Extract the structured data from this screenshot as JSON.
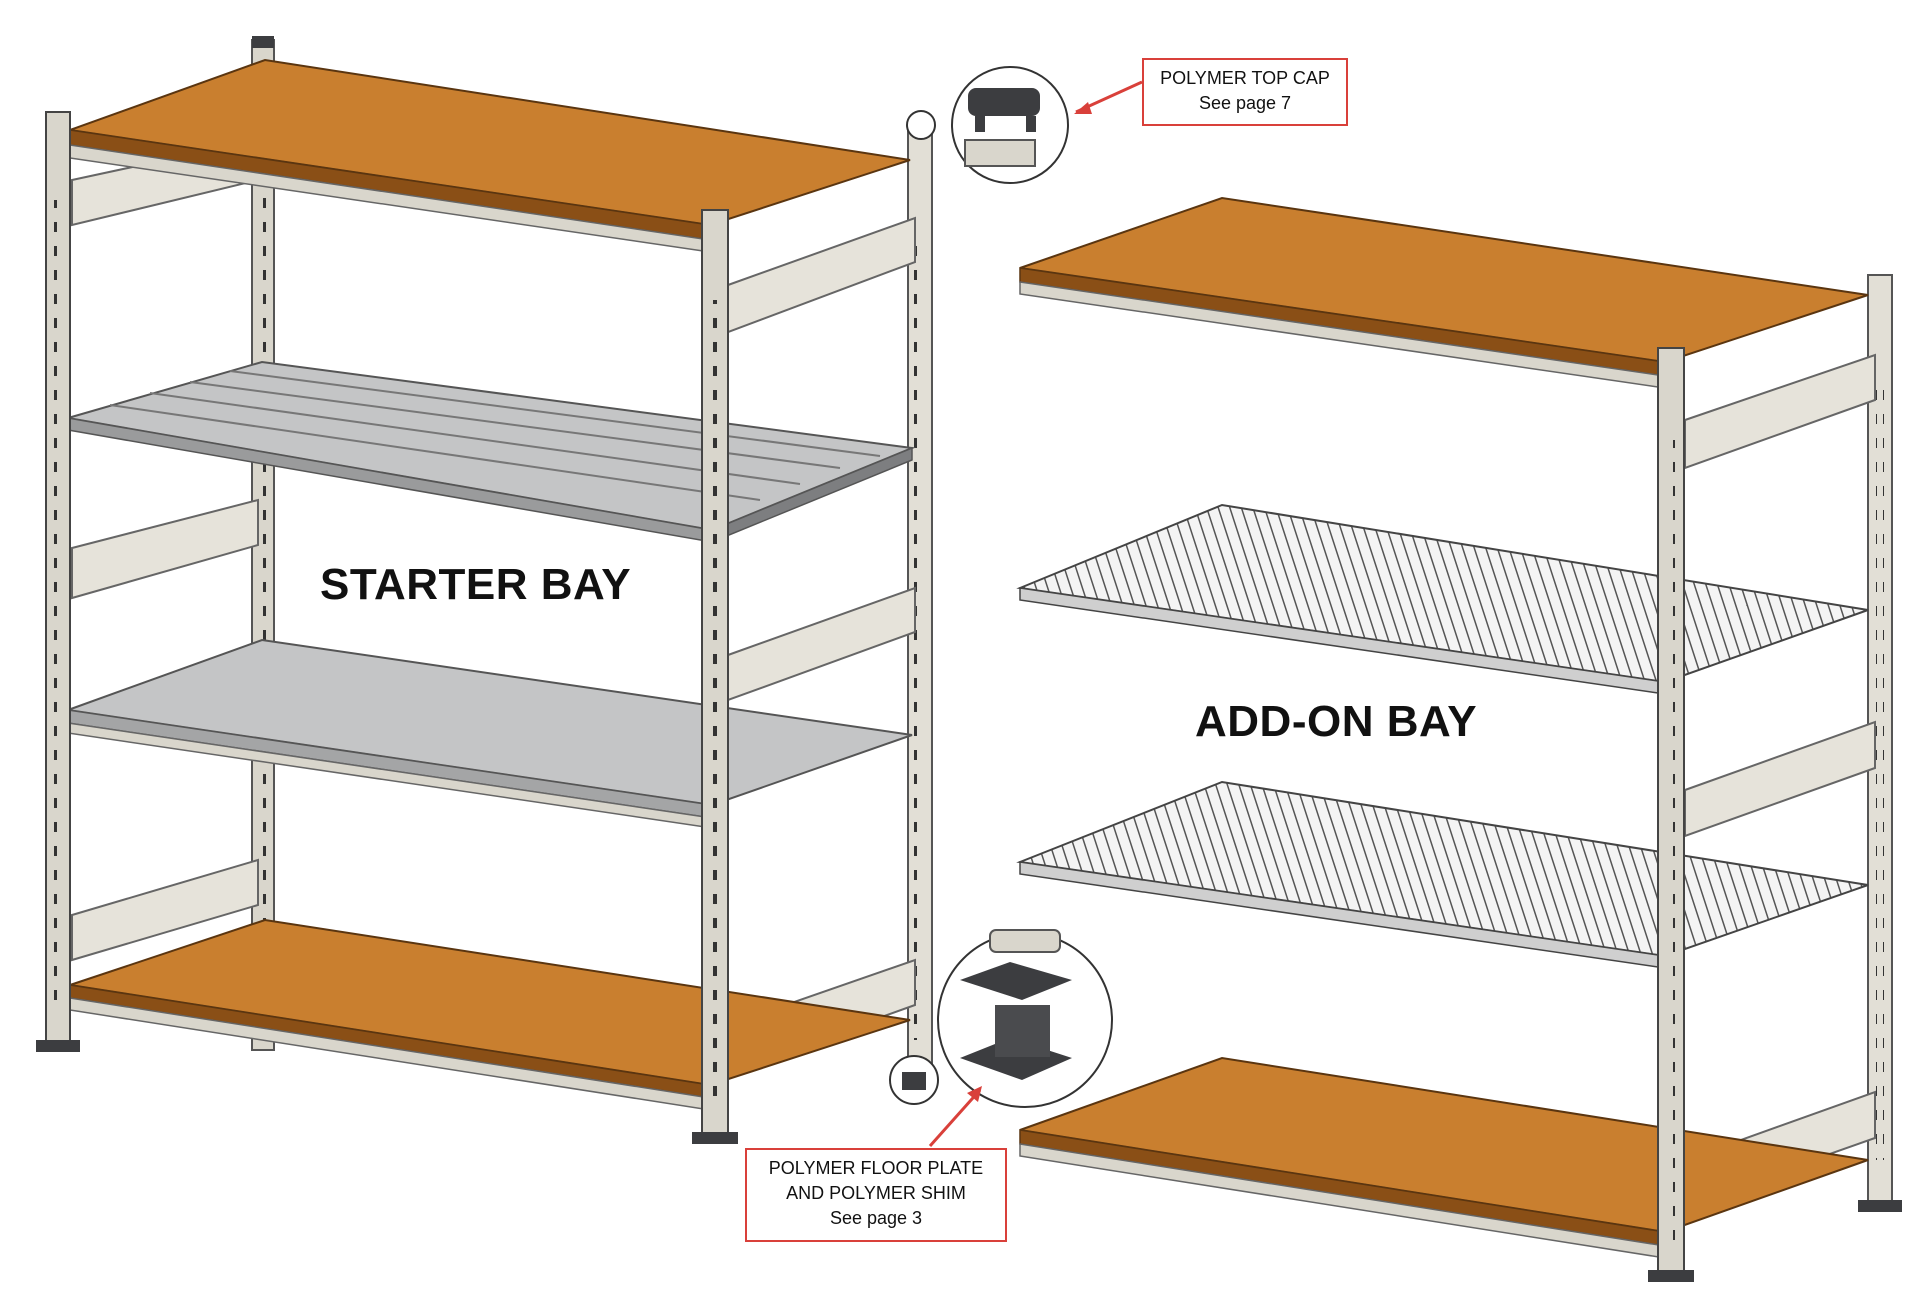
{
  "labels": {
    "starter_bay": "STARTER BAY",
    "add_on_bay": "ADD-ON BAY"
  },
  "callouts": {
    "top_cap": {
      "title": "POLYMER TOP CAP",
      "ref": "See page 7"
    },
    "floor_plate": {
      "line1": "POLYMER FLOOR PLATE",
      "line2": "AND POLYMER SHIM",
      "ref": "See page 3"
    }
  },
  "colors": {
    "wood": "#c97f2f",
    "wood_edge": "#8a4f16",
    "steel": "#d9d6cc",
    "steel_dark": "#8f8c84",
    "sheet_metal": "#c4c5c6",
    "callout_red": "#d9403a",
    "polymer": "#3c3d40"
  }
}
